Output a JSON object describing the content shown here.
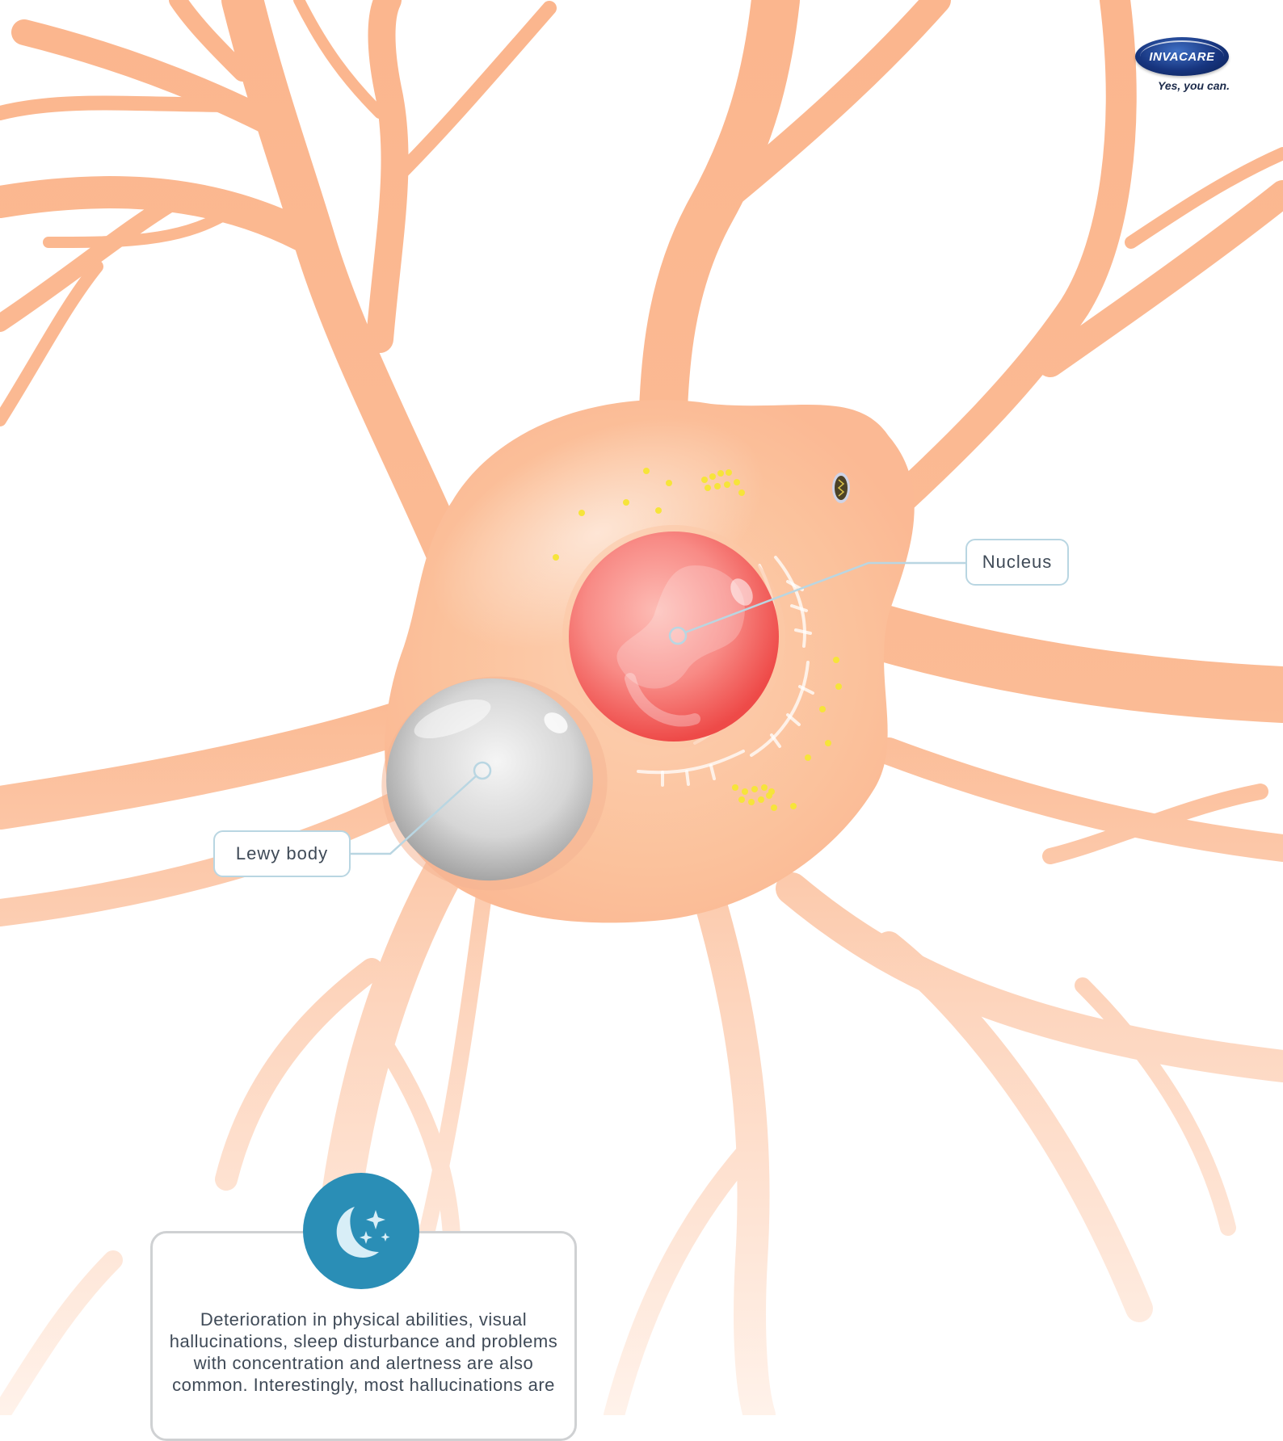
{
  "logo": {
    "brand": "INVACARE",
    "tagline": "Yes, you can."
  },
  "labels": {
    "nucleus": "Nucleus",
    "lewy_body": "Lewy body"
  },
  "info": {
    "text": "Deterioration in physical abilities, visual hallucinations, sleep disturbance and problems with concentration and alertness are also common. Interestingly, most hallucinations are",
    "icon": "moon-stars-icon"
  },
  "colors": {
    "neuron": "#fbbd96",
    "nucleus": "#f25e5e",
    "lewy_body": "#c4c4c4",
    "granules": "#f6e43a",
    "callout_border": "#b9d6e2",
    "badge": "#2a8eb6"
  }
}
